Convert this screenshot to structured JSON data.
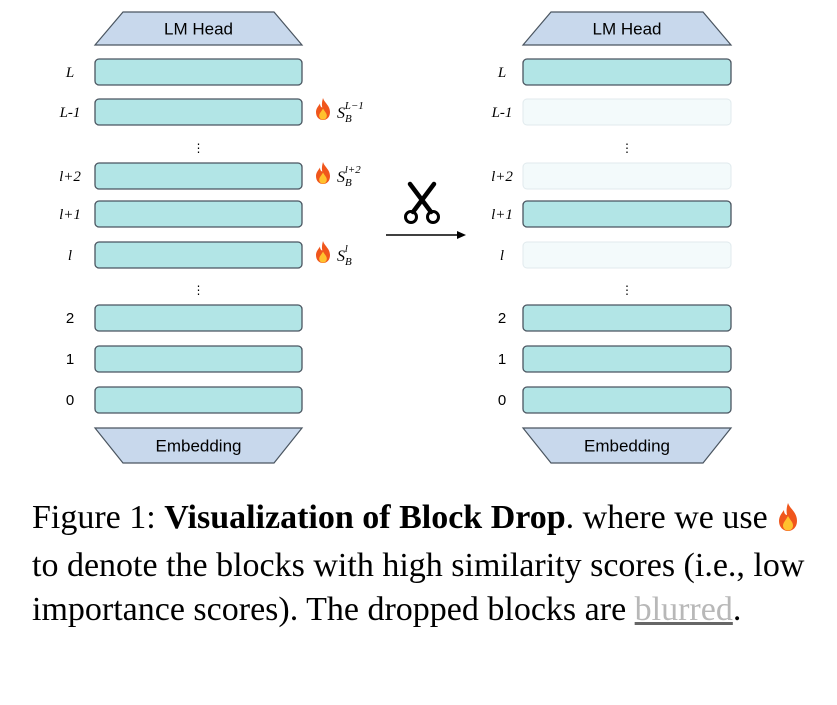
{
  "head_label": "LM Head",
  "embedding_label": "Embedding",
  "left_stack": [
    {
      "label": "L",
      "italic": true,
      "dropped": false,
      "score": null
    },
    {
      "label": "L-1",
      "italic": true,
      "dropped": false,
      "score": {
        "base": "S",
        "sub": "B",
        "sup": "L−1"
      }
    },
    {
      "label": "⋮",
      "italic": false,
      "dots": true
    },
    {
      "label": "l+2",
      "italic": true,
      "dropped": false,
      "score": {
        "base": "S",
        "sub": "B",
        "sup": "l+2"
      }
    },
    {
      "label": "l+1",
      "italic": true,
      "dropped": false,
      "score": null
    },
    {
      "label": "l",
      "italic": true,
      "dropped": false,
      "score": {
        "base": "S",
        "sub": "B",
        "sup": "l"
      }
    },
    {
      "label": "⋮",
      "italic": false,
      "dots": true
    },
    {
      "label": "2",
      "italic": false,
      "dropped": false,
      "score": null
    },
    {
      "label": "1",
      "italic": false,
      "dropped": false,
      "score": null
    },
    {
      "label": "0",
      "italic": false,
      "dropped": false,
      "score": null
    }
  ],
  "right_stack": [
    {
      "label": "L",
      "italic": true,
      "dropped": false
    },
    {
      "label": "L-1",
      "italic": true,
      "dropped": true
    },
    {
      "label": "⋮",
      "italic": false,
      "dots": true
    },
    {
      "label": "l+2",
      "italic": true,
      "dropped": true
    },
    {
      "label": "l+1",
      "italic": true,
      "dropped": false
    },
    {
      "label": "l",
      "italic": true,
      "dropped": true
    },
    {
      "label": "⋮",
      "italic": false,
      "dots": true
    },
    {
      "label": "2",
      "italic": false,
      "dropped": false
    },
    {
      "label": "1",
      "italic": false,
      "dropped": false
    },
    {
      "label": "0",
      "italic": false,
      "dropped": false
    }
  ],
  "icons": {
    "score_marker": "flame-icon",
    "transform": "scissors-icon"
  },
  "colors": {
    "block_fill": "#b2e5e6",
    "block_stroke": "#4a5560",
    "dropped_fill": "#f3fafb",
    "dropped_stroke": "#e0eaed",
    "trapezoid_fill": "#c8d8ec",
    "flame_outer": "#f0561c",
    "flame_inner": "#ffc12e"
  },
  "caption": {
    "figure_label": "Figure 1:",
    "title": "Visualization of Block Drop",
    "title_end": ".",
    "text_before_icon": "where we use",
    "text_after_icon": "to denote the blocks with high similarity scores (i.e., low importance scores). The dropped blocks are",
    "blurred_word": "blurred",
    "end": "."
  }
}
